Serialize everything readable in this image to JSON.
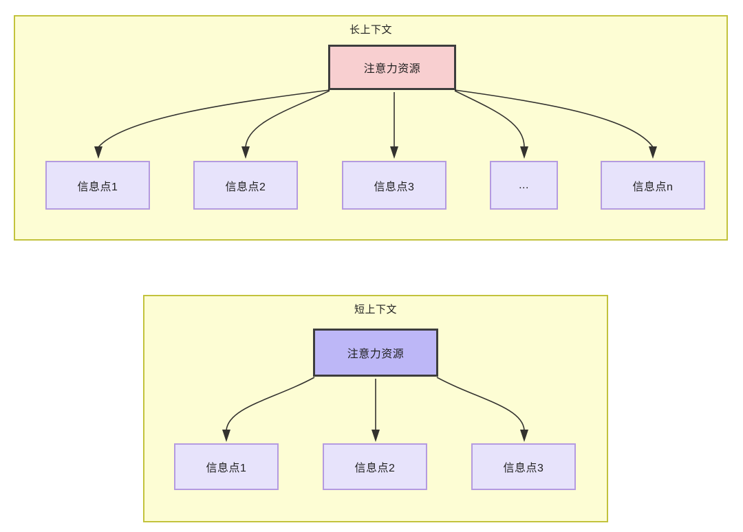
{
  "diagram": {
    "type": "fan-out-tree-comparison",
    "background": "#ffffff",
    "colors": {
      "group_fill": "#fdfdd4",
      "group_border": "#c2c23c",
      "attention_long_fill": "#f8cfd0",
      "attention_short_fill": "#bdb7f7",
      "attention_border": "#3d3d3d",
      "info_fill": "#e7e3fb",
      "info_border": "#b49ae0",
      "edge": "#33322f",
      "text": "#1f1f1f"
    },
    "groups": [
      {
        "id": "long-context",
        "title": "长上下文",
        "root": {
          "label": "注意力资源",
          "style": "pink"
        },
        "children": [
          {
            "label": "信息点1"
          },
          {
            "label": "信息点2"
          },
          {
            "label": "信息点3"
          },
          {
            "label": "..."
          },
          {
            "label": "信息点n"
          }
        ]
      },
      {
        "id": "short-context",
        "title": "短上下文",
        "root": {
          "label": "注意力资源",
          "style": "blue"
        },
        "children": [
          {
            "label": "信息点1"
          },
          {
            "label": "信息点2"
          },
          {
            "label": "信息点3"
          }
        ]
      }
    ]
  }
}
